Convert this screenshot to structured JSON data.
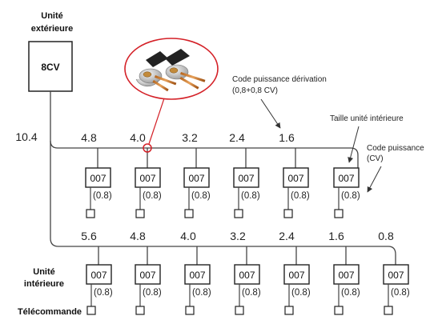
{
  "outdoor_unit": {
    "title_line1": "Unité",
    "title_line2": "extérieure",
    "capacity": "8CV"
  },
  "main_pipe_code": "10.4",
  "branch_upper": {
    "codes": [
      "4.8",
      "4.0",
      "3.2",
      "2.4",
      "1.6"
    ],
    "units": [
      {
        "model": "007",
        "power": "(0.8)"
      },
      {
        "model": "007",
        "power": "(0.8)"
      },
      {
        "model": "007",
        "power": "(0.8)"
      },
      {
        "model": "007",
        "power": "(0.8)"
      },
      {
        "model": "007",
        "power": "(0.8)"
      },
      {
        "model": "007",
        "power": "(0.8)"
      }
    ]
  },
  "branch_lower": {
    "codes": [
      "5.6",
      "4.8",
      "4.0",
      "3.2",
      "2.4",
      "1.6",
      "0.8"
    ],
    "units": [
      {
        "model": "007",
        "power": "(0.8)"
      },
      {
        "model": "007",
        "power": "(0.8)"
      },
      {
        "model": "007",
        "power": "(0.8)"
      },
      {
        "model": "007",
        "power": "(0.8)"
      },
      {
        "model": "007",
        "power": "(0.8)"
      },
      {
        "model": "007",
        "power": "(0.8)"
      },
      {
        "model": "007",
        "power": "(0.8)"
      }
    ]
  },
  "annotations": {
    "branch_code_line1": "Code puissance dérivation",
    "branch_code_line2": "(0,8+0,8 CV)",
    "indoor_size": "Taille unité intérieure",
    "power_code_line1": "Code puissance",
    "power_code_line2": "(CV)"
  },
  "labels": {
    "indoor_line1": "Unité",
    "indoor_line2": "intérieure",
    "remote": "Télécommande"
  },
  "colors": {
    "line": "#444444",
    "highlight": "#d42027",
    "text": "#222222",
    "label_bold": "#111111"
  },
  "icons": {
    "refnet_joint": "refnet-joint-fittings"
  }
}
